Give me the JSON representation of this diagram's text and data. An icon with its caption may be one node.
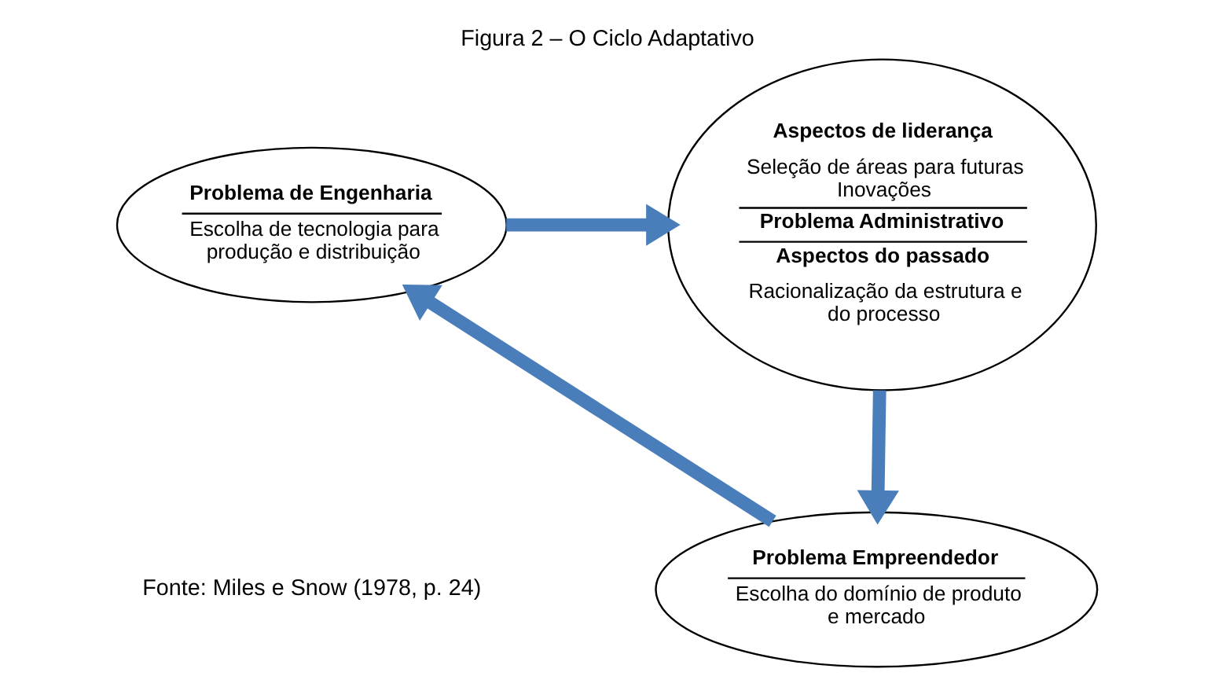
{
  "diagram": {
    "title": "Figura 2 – O Ciclo Adaptativo",
    "caption": "Fonte: Miles e Snow (1978, p. 24)",
    "nodes": [
      {
        "text": [
          "Problema Empreendedor",
          "Escolha do domínio de produto e mercado"
        ]
      },
      {
        "text": [
          "Problema de Engenharia",
          "Escolha de tecnologia para produção e distribuição"
        ]
      },
      {
        "text": [
          "Aspectos de liderança",
          "Seleção de áreas para futuras Inovações",
          "Problema Administrativo",
          "Aspectos do passado",
          "Racionalização da estrutura e do processo"
        ]
      }
    ],
    "edges": [
      {
        "from": 0,
        "to": 1,
        "arrow": "to"
      },
      {
        "from": 1,
        "to": 2,
        "arrow": "to"
      },
      {
        "from": 2,
        "to": 0,
        "arrow": "to"
      }
    ]
  }
}
